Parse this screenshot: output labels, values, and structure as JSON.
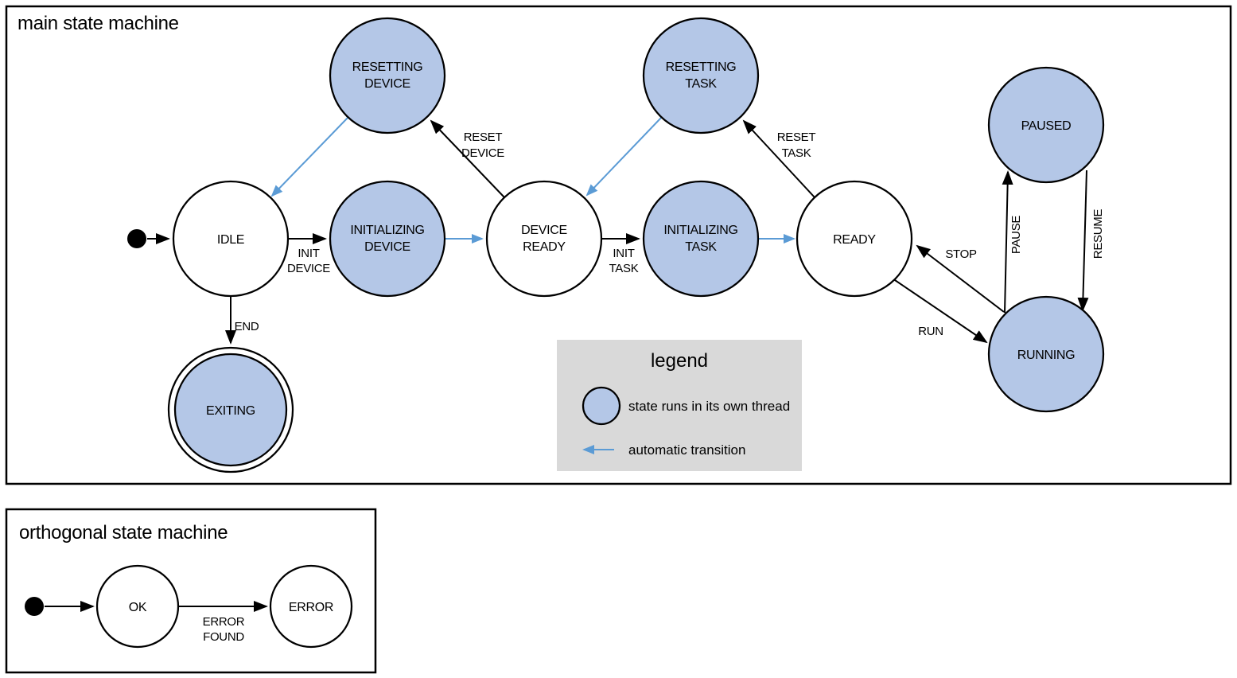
{
  "main": {
    "title": "main state machine",
    "states": {
      "resetting_device": {
        "line1": "RESETTING",
        "line2": "DEVICE"
      },
      "resetting_task": {
        "line1": "RESETTING",
        "line2": "TASK"
      },
      "paused": {
        "label": "PAUSED"
      },
      "idle": {
        "label": "IDLE"
      },
      "initializing_device": {
        "line1": "INITIALIZING",
        "line2": "DEVICE"
      },
      "device_ready": {
        "line1": "DEVICE",
        "line2": "READY"
      },
      "initializing_task": {
        "line1": "INITIALIZING",
        "line2": "TASK"
      },
      "ready": {
        "label": "READY"
      },
      "running": {
        "label": "RUNNING"
      },
      "exiting": {
        "label": "EXITING"
      }
    },
    "transitions": {
      "init_device": {
        "line1": "INIT",
        "line2": "DEVICE"
      },
      "init_task": {
        "line1": "INIT",
        "line2": "TASK"
      },
      "reset_device": {
        "line1": "RESET",
        "line2": "DEVICE"
      },
      "reset_task": {
        "line1": "RESET",
        "line2": "TASK"
      },
      "end": {
        "label": "END"
      },
      "run": {
        "label": "RUN"
      },
      "stop": {
        "label": "STOP"
      },
      "pause": {
        "label": "PAUSE"
      },
      "resume": {
        "label": "RESUME"
      }
    }
  },
  "orthogonal": {
    "title": "orthogonal state machine",
    "states": {
      "ok": {
        "label": "OK"
      },
      "error": {
        "label": "ERROR"
      }
    },
    "transitions": {
      "error_found": {
        "line1": "ERROR",
        "line2": "FOUND"
      }
    }
  },
  "legend": {
    "title": "legend",
    "items": [
      {
        "label": "state runs in its own thread"
      },
      {
        "label": "automatic transition"
      }
    ]
  },
  "colors": {
    "threaded_state_fill": "#b4c7e7",
    "automatic_transition_arrow": "#5b9bd5",
    "legend_background": "#d9d9d9",
    "line_and_text": "#000000"
  }
}
